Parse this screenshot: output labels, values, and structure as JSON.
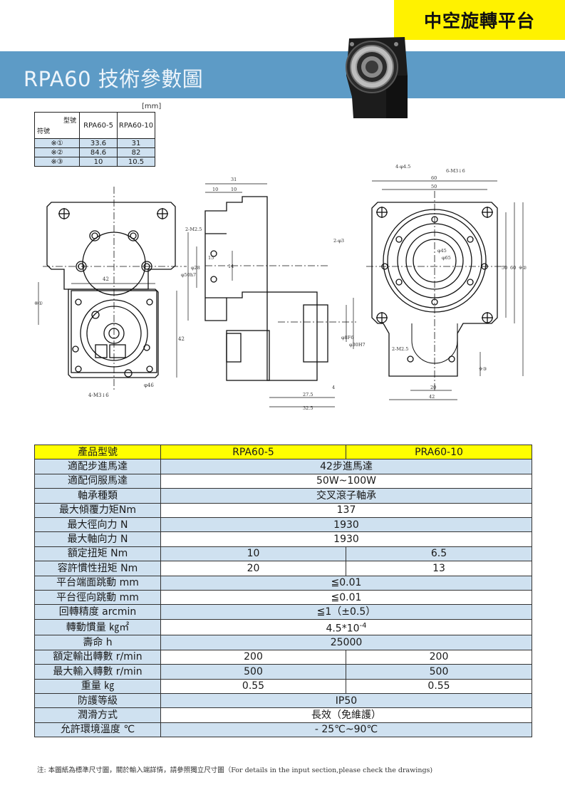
{
  "header": {
    "badge": "中空旋轉平台",
    "title": "RPA60 技術參數圖"
  },
  "dim_table": {
    "unit": "[mm]",
    "corner_top": "型號",
    "corner_bottom": "符號",
    "columns": [
      "RPA60-5",
      "RPA60-10"
    ],
    "rows": [
      {
        "symbol": "※①",
        "values": [
          "33.6",
          "31"
        ]
      },
      {
        "symbol": "※②",
        "values": [
          "84.6",
          "82"
        ]
      },
      {
        "symbol": "※③",
        "values": [
          "10",
          "10.5"
        ]
      }
    ]
  },
  "drawing_labels": {
    "d42": "42",
    "m3": "4-M3↓6",
    "phi46": "φ46",
    "s1": "※①",
    "d31": "31",
    "d10a": "10",
    "d10b": "10",
    "m25a": "2-M2.5",
    "phi50h7": "φ50h7",
    "phi28": "φ28",
    "d14": "14",
    "d15": "15",
    "d42v": "42",
    "d4": "4",
    "d275": "27.5",
    "d325": "32.5",
    "phi8f6": "φ8F6",
    "phi30h7": "φ30H7",
    "phi45dia": "4-φ4.5",
    "m3dia": "6-M3↓6",
    "d60": "60",
    "d50": "50",
    "phi3": "2-φ3",
    "phi45": "φ45",
    "phi65": "φ65",
    "d50v": "50",
    "d60v": "60",
    "s2": "※②",
    "m25b": "2-M2.5",
    "s3": "※③",
    "d20": "20",
    "d42b": "42"
  },
  "spec_table": {
    "header": {
      "label": "產品型號",
      "a": "RPA60-5",
      "b": "PRA60-10"
    },
    "rows": [
      {
        "label": "適配步進馬達",
        "span": "42步進馬達"
      },
      {
        "label": "適配伺服馬達",
        "span": "50W~100W"
      },
      {
        "label": "軸承種類",
        "span": "交叉滾子軸承"
      },
      {
        "label": "最大傾覆力矩Nm",
        "span": "137"
      },
      {
        "label": "最大徑向力 N",
        "span": "1930"
      },
      {
        "label": "最大軸向力 N",
        "span": "1930"
      },
      {
        "label": "額定扭矩 Nm",
        "a": "10",
        "b": "6.5"
      },
      {
        "label": "容許慣性扭矩 Nm",
        "a": "20",
        "b": "13"
      },
      {
        "label": "平台端面跳動 mm",
        "span": "≦0.01"
      },
      {
        "label": "平台徑向跳動 mm",
        "span": "≦0.01"
      },
      {
        "label": "回轉精度 arcmin",
        "span": "≦1（±0.5）"
      },
      {
        "label": "轉動慣量 ㎏㎡",
        "span": "4.5*10",
        "sup": "-4"
      },
      {
        "label": "壽命 h",
        "span": "25000"
      },
      {
        "label": "額定輸出轉數 r/min",
        "a": "200",
        "b": "200"
      },
      {
        "label": "最大輸入轉數 r/min",
        "a": "500",
        "b": "500"
      },
      {
        "label": "重量 ㎏",
        "a": "0.55",
        "b": "0.55"
      },
      {
        "label": "防護等級",
        "span": "IP50"
      },
      {
        "label": "潤滑方式",
        "span": "長效（免維護）"
      },
      {
        "label": "允許環境溫度 ℃",
        "span": "- 25℃~90℃"
      }
    ]
  },
  "footnote": "注:   本圖紙為標準尺寸圖，關於輸入端詳情，請參照獨立尺寸圖（For details in the input section,please check the drawings)",
  "colors": {
    "accent_yellow": "#fff200",
    "band_blue": "#5d9bc6",
    "cell_blue": "#cfe1f0"
  }
}
